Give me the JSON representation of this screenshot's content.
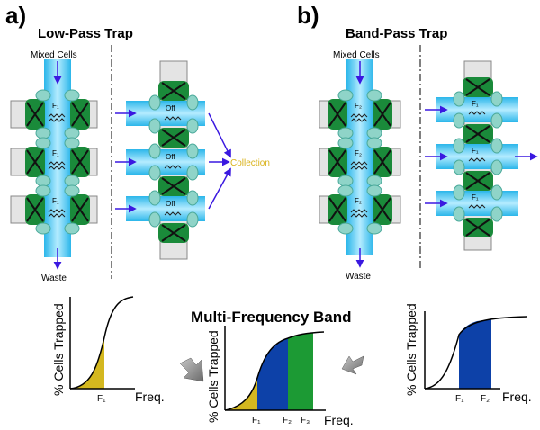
{
  "panel_a": {
    "letter": "a)",
    "title": "Low-Pass Trap",
    "input_label": "Mixed Cells",
    "output_label": "Waste",
    "collection_label": "Collection",
    "trap_labels": [
      "F₁",
      "F₁",
      "F₁"
    ],
    "off_labels": [
      "Off",
      "Off",
      "Off"
    ]
  },
  "panel_b": {
    "letter": "b)",
    "title": "Band-Pass Trap",
    "input_label": "Mixed Cells",
    "output_label": "Waste",
    "trap_labels": [
      "F₂",
      "F₂",
      "F₂"
    ],
    "release_labels": [
      "F₁",
      "F₁",
      "F₁"
    ]
  },
  "bottom": {
    "title": "Multi-Frequency Band",
    "ylabel": "% Cells Trapped",
    "xlabel": "Freq.",
    "plot_left_ticks": [
      "F₁"
    ],
    "plot_mid_ticks": [
      "F₁",
      "F₂",
      "F₃"
    ],
    "plot_right_ticks": [
      "F₁",
      "F₂"
    ]
  },
  "colors": {
    "channel": "#3cc7f2",
    "electrode": "#1a8a3a",
    "bead": "#8fd4c8",
    "arrow": "#3a18e0",
    "yellow": "#d4b81f",
    "blue": "#0d41a8",
    "green": "#1c9a34",
    "collection_text": "#d9b21a"
  }
}
